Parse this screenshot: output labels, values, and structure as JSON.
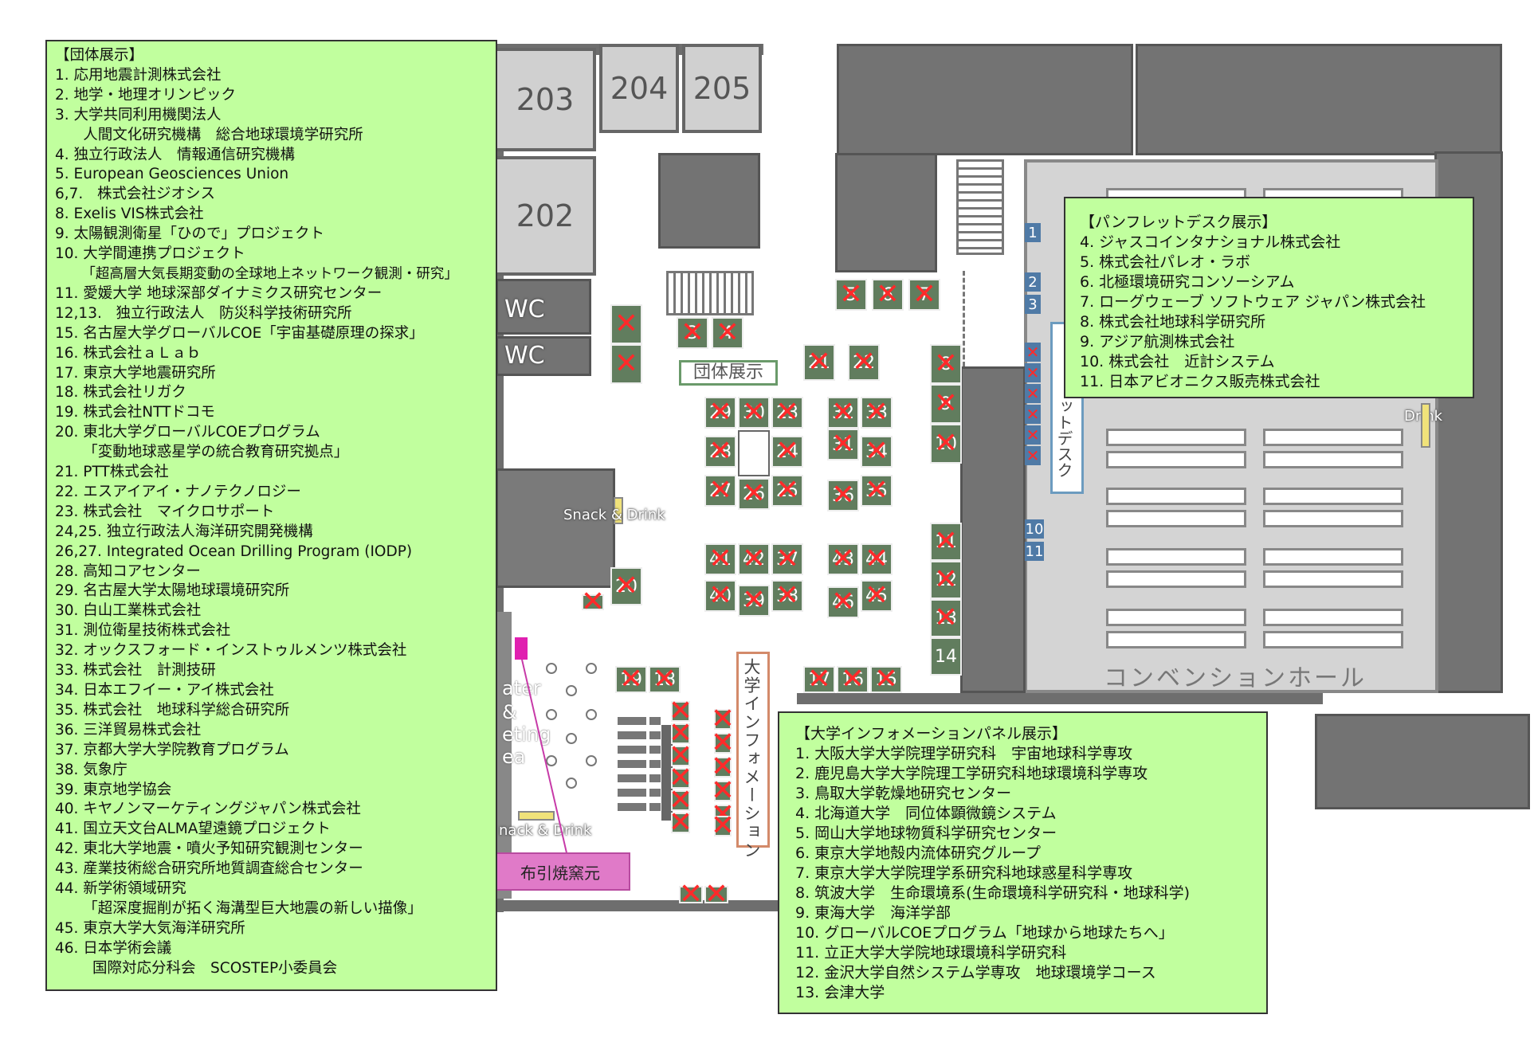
{
  "rooms": {
    "r203": "203",
    "r204": "204",
    "r205": "205",
    "r202": "202",
    "wc1": "WC",
    "wc2": "WC"
  },
  "labels": {
    "group_exhibit": "団体展示",
    "snack1": "Snack & Drink",
    "snack2": "nack & Drink",
    "drink": "Drink",
    "pamphlet_desk": "ットデスク",
    "univ_info": "大学インフォメーション",
    "convention": "コンベンションホール",
    "shop": "布引焼窯元",
    "theater": [
      "ater",
      "&",
      "eting",
      "ea"
    ]
  },
  "booths": {
    "b1": "1",
    "b2": "2",
    "b3": "3",
    "b4": "4",
    "b5": "5",
    "b6": "6",
    "b7": "7",
    "b8": "8",
    "b9": "9",
    "b10": "10",
    "b11": "11",
    "b12": "12",
    "b13": "13",
    "b14": "14",
    "b15": "15",
    "b16": "16",
    "b17": "17",
    "b18": "18",
    "b19": "19",
    "b20": "20",
    "b21": "21",
    "b22": "22",
    "b23": "23",
    "b24": "24",
    "b25": "25",
    "b26": "26",
    "b27": "27",
    "b28": "28",
    "b29": "29",
    "b30": "30",
    "b31": "31",
    "b32": "32",
    "b33": "33",
    "b34": "34",
    "b35": "35",
    "b36": "36",
    "b37": "37",
    "b38": "38",
    "b39": "39",
    "b40": "40",
    "b41": "41",
    "b42": "42",
    "b43": "43",
    "b44": "44",
    "b45": "45",
    "b46": "46",
    "p1": "1",
    "p2": "2",
    "p3": "3",
    "p10": "10",
    "p11": "11"
  },
  "group_panel": {
    "title": "【団体展示】",
    "items": [
      "1.  応用地震計測株式会社",
      "2.  地学・地理オリンピック",
      "3.  大学共同利用機関法人",
      "      人間文化研究機構　総合地球環境学研究所",
      "4.  独立行政法人　情報通信研究機構",
      "5.  European Geosciences Union",
      "6,7.   株式会社ジオシス",
      "8.  Exelis VIS株式会社",
      "9.  太陽観測衛星「ひので」プロジェクト",
      "10.  大学間連携プロジェクト",
      "      「超高層大気長期変動の全球地上ネットワーク観測・研究」",
      "11.  愛媛大学 地球深部ダイナミクス研究センター",
      "12,13.   独立行政法人　防災科学技術研究所",
      "15.  名古屋大学グローバルCOE「宇宙基礎原理の探求」",
      "16.  株式会社ａＬａｂ",
      "17.  東京大学地震研究所",
      "18.  株式会社リガク",
      "19.  株式会社NTTドコモ",
      "20.  東北大学グローバルCOEプログラム",
      "      「変動地球惑星学の統合教育研究拠点」",
      "21.  PTT株式会社",
      "22.  エスアイアイ・ナノテクノロジー",
      "23.  株式会社　マイクロサポート",
      "24,25.  独立行政法人海洋研究開発機構",
      "26,27.  Integrated Ocean Drilling Program (IODP)",
      "28.  高知コアセンター",
      "29.  名古屋大学太陽地球環境研究所",
      "30.  白山工業株式会社",
      "31.  測位衛星技術株式会社",
      "32.  オックスフォード・インストゥルメンツ株式会社",
      "33.  株式会社　計測技研",
      "34.  日本エフイー・アイ株式会社",
      "35.  株式会社　地球科学総合研究所",
      "36.  三洋貿易株式会社",
      "37.  京都大学大学院教育プログラム",
      "38.  気象庁",
      "39.  東京地学協会",
      "40.  キヤノンマーケティングジャパン株式会社",
      "41.  国立天文台ALMA望遠鏡プロジェクト",
      "42.  東北大学地震・噴火予知研究観測センター",
      "43.  産業技術総合研究所地質調査総合センター",
      "44.  新学術領域研究",
      "      「超深度掘削が拓く海溝型巨大地震の新しい描像」",
      "45.  東京大学大気海洋研究所",
      "46.  日本学術会議",
      "        国際対応分科会　SCOSTEP小委員会"
    ]
  },
  "pamphlet_panel": {
    "title": "【パンフレットデスク展示】",
    "items": [
      "4.  ジャスコインタナショナル株式会社",
      "5.  株式会社パレオ・ラボ",
      "6.  北極環境研究コンソーシアム",
      "7.  ローグウェーブ ソフトウェア ジャパン株式会社",
      "8.  株式会社地球科学研究所",
      "9.  アジア航測株式会社",
      "10.  株式会社　近計システム",
      "11.  日本アビオニクス販売株式会社"
    ]
  },
  "univ_panel": {
    "title": "【大学インフォメーションパネル展示】",
    "items": [
      "1.  大阪大学大学院理学研究科　宇宙地球科学専攻",
      "2.  鹿児島大学大学院理工学研究科地球環境科学専攻",
      "3.  鳥取大学乾燥地研究センター",
      "4.  北海道大学　同位体顕微鏡システム",
      "5.  岡山大学地球物質科学研究センター",
      "6.  東京大学地殻内流体研究グループ",
      "7.  東京大学大学院理学系研究科地球惑星科学専攻",
      "8.  筑波大学　生命環境系(生命環境科学研究科・地球科学)",
      "9.  東海大学　海洋学部",
      "10.  グローバルCOEプログラム「地球から地球たちへ」",
      "11.  立正大学大学院地球環境科学研究科",
      "12.  金沢大学自然システム学専攻　地球環境学コース",
      "13.  会津大学"
    ]
  },
  "colors": {
    "panel_bg": "#c1ff9e",
    "booth": "#617d5e",
    "cross": "#ff2a2a",
    "shop": "#e07ac8"
  }
}
